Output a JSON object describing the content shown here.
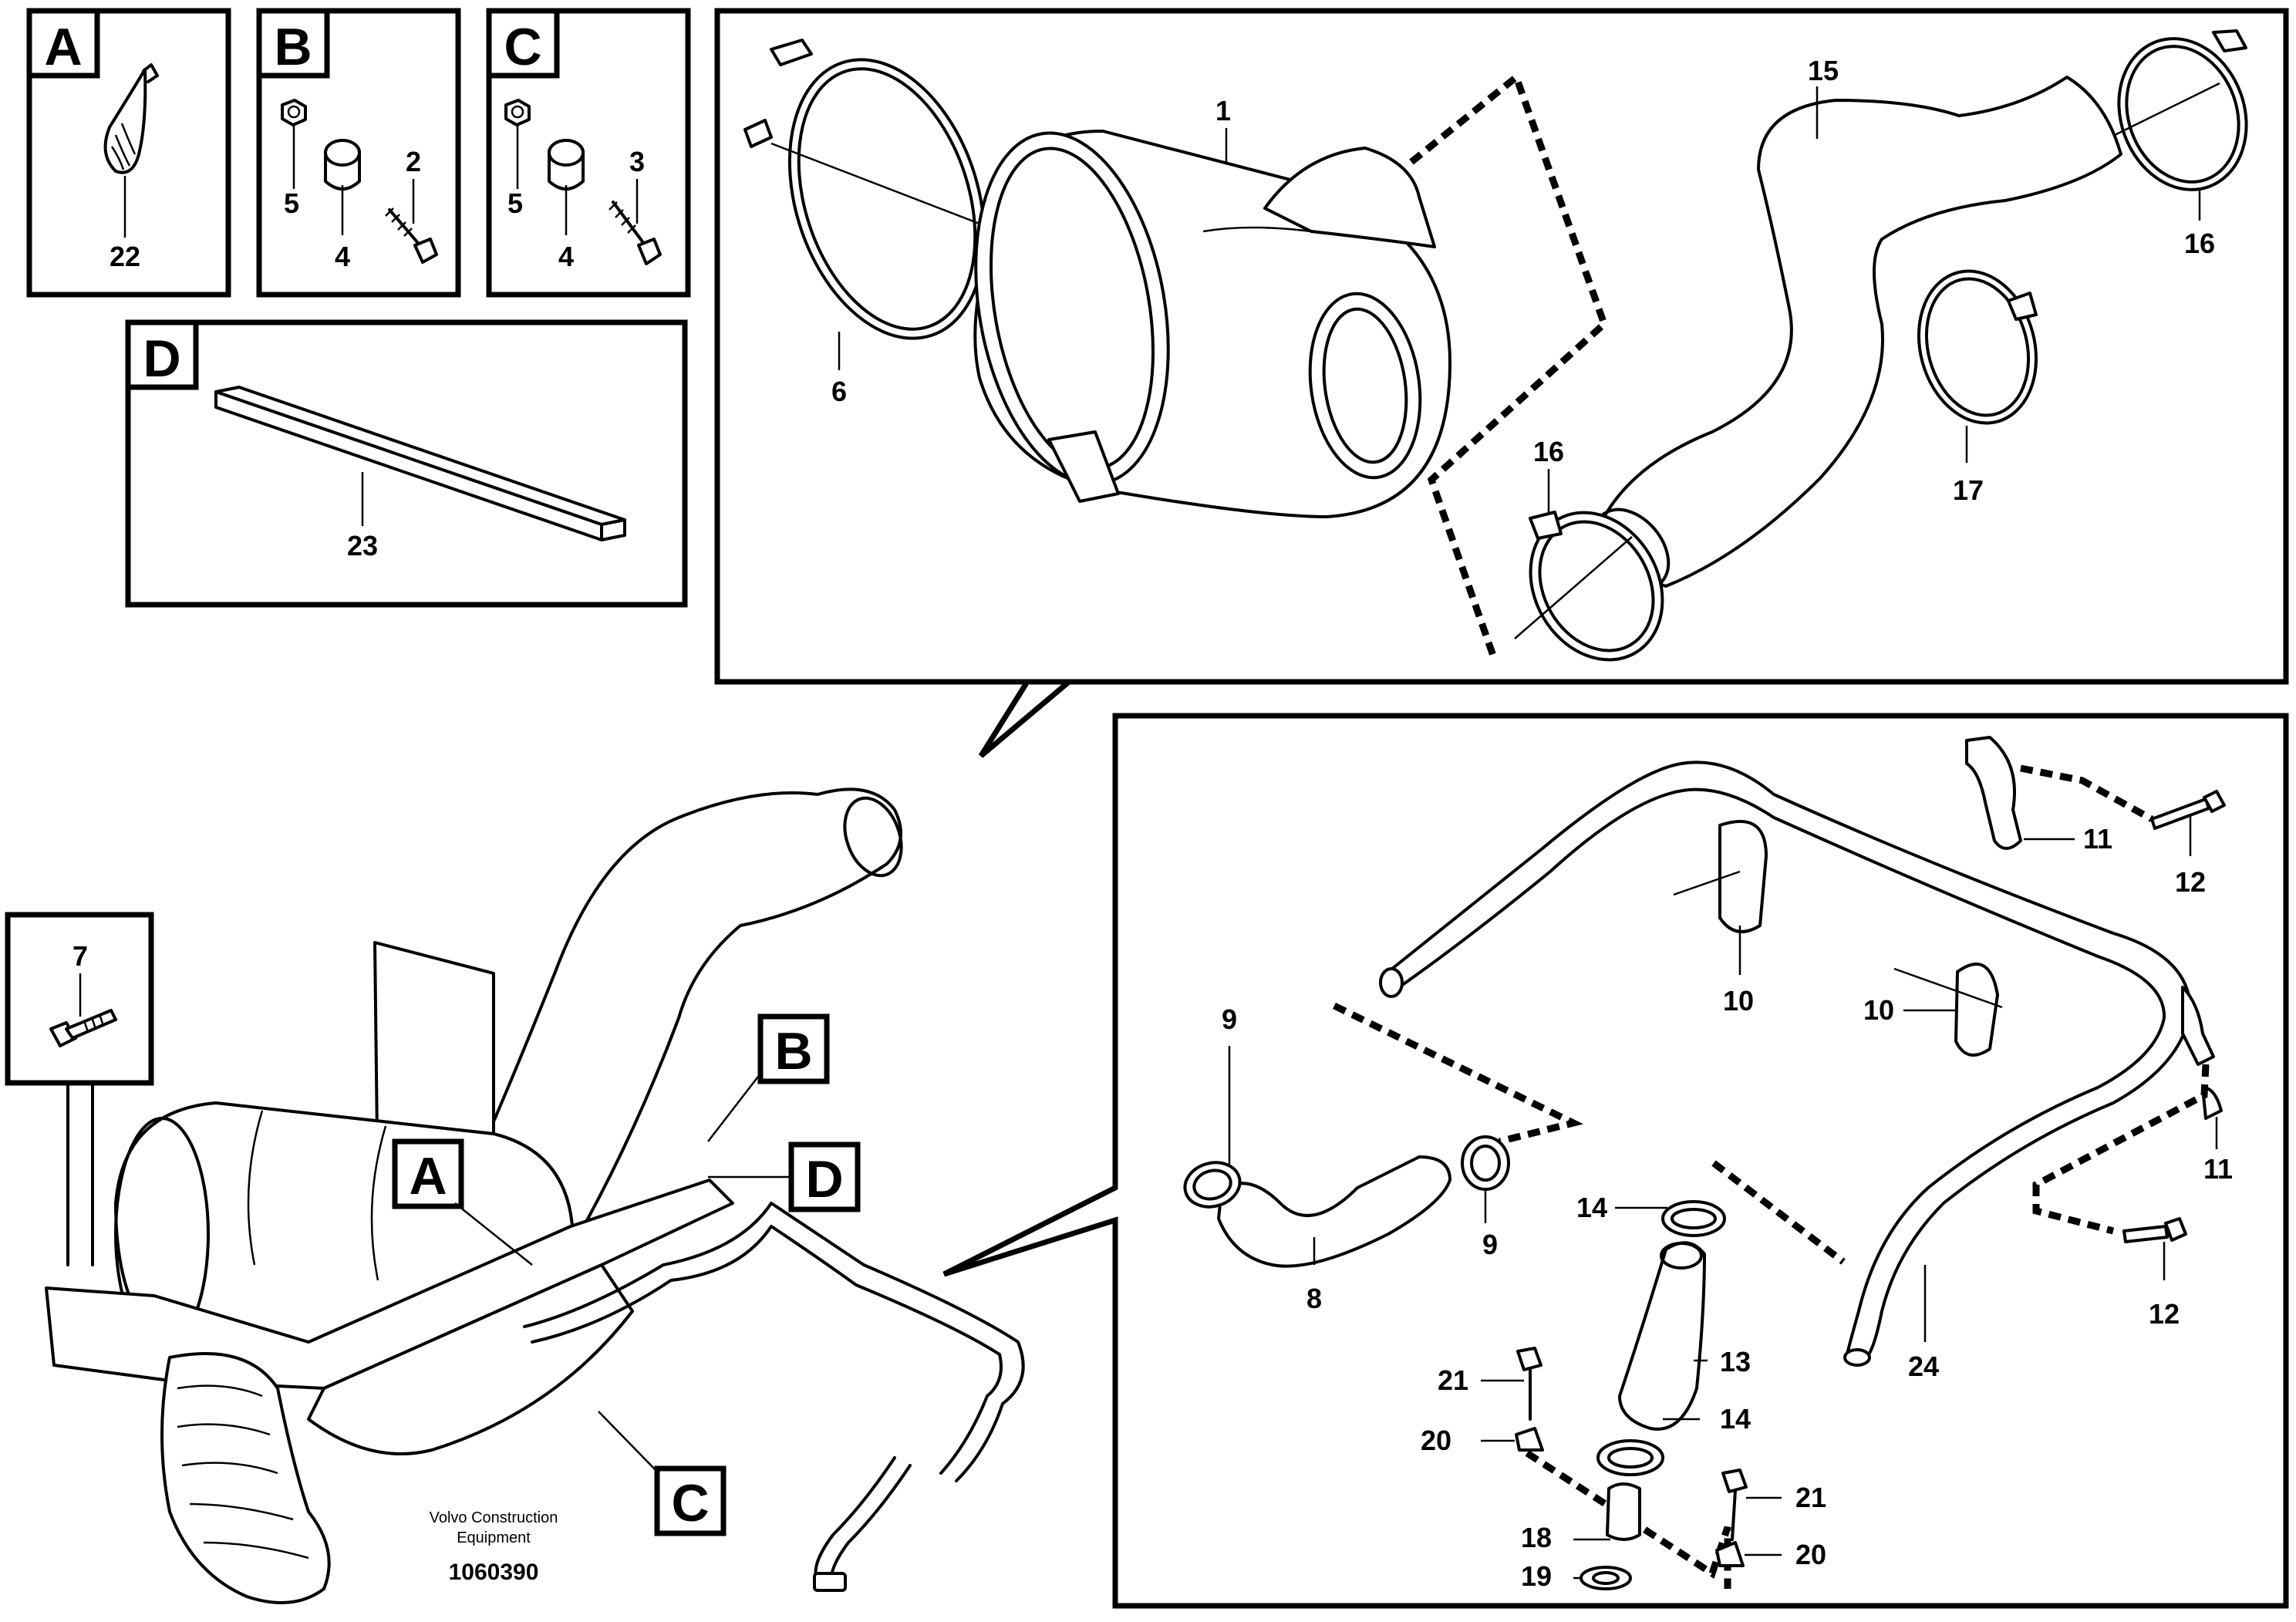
{
  "detail_labels": {
    "A": "A",
    "B": "B",
    "C": "C",
    "D": "D"
  },
  "part_numbers": {
    "p1": "1",
    "p2": "2",
    "p3": "3",
    "p4": "4",
    "p5": "5",
    "p6": "6",
    "p7": "7",
    "p8": "8",
    "p9": "9",
    "p10": "10",
    "p11": "11",
    "p12": "12",
    "p13": "13",
    "p14": "14",
    "p15": "15",
    "p16": "16",
    "p17": "17",
    "p18": "18",
    "p19": "19",
    "p20": "20",
    "p21": "21",
    "p22": "22",
    "p23": "23",
    "p24": "24"
  },
  "footer": {
    "company_line1": "Volvo Construction",
    "company_line2": "Equipment",
    "document_number": "1060390"
  }
}
